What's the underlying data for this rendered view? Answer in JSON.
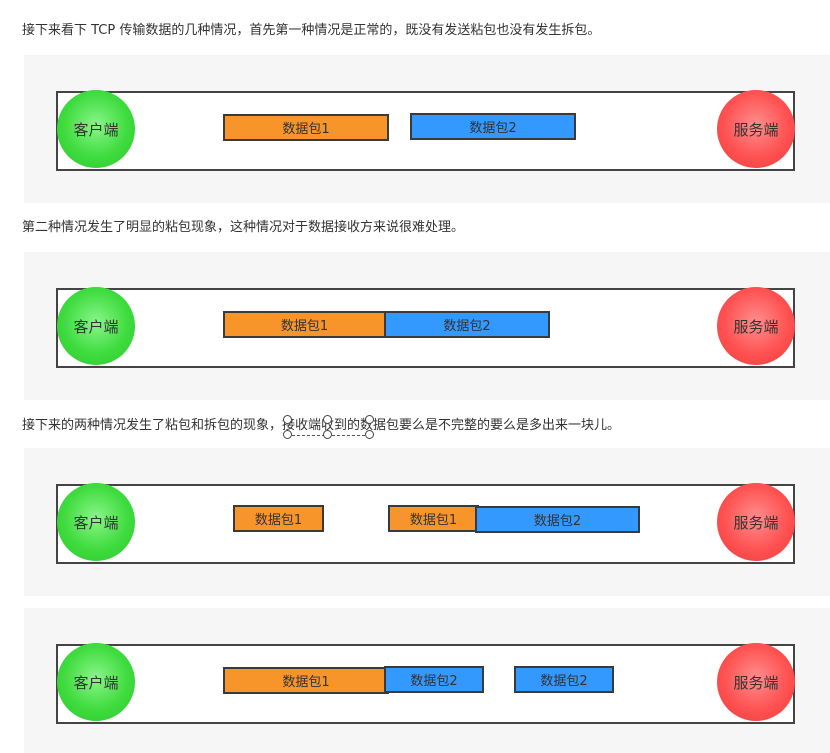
{
  "texts": {
    "para1": "接下来看下 TCP 传输数据的几种情况，首先第一种情况是正常的，既没有发送粘包也没有发生拆包。",
    "para2": "第二种情况发生了明显的粘包现象，这种情况对于数据接收方来说很难处理。",
    "para3": "接下来的两种情况发生了粘包和拆包的现象，接收端收到的数据包要么是不完整的要么是多出来一块儿。"
  },
  "diagrams": [
    {
      "client": "客户端",
      "server": "服务端",
      "packets": [
        {
          "label": "数据包1",
          "color": "orange"
        },
        {
          "label": "数据包2",
          "color": "blue"
        }
      ]
    },
    {
      "client": "客户端",
      "server": "服务端",
      "packets": [
        {
          "label": "数据包1",
          "color": "orange"
        },
        {
          "label": "数据包2",
          "color": "blue"
        }
      ]
    },
    {
      "client": "客户端",
      "server": "服务端",
      "packets": [
        {
          "label": "数据包1",
          "color": "orange"
        },
        {
          "label": "数据包1",
          "color": "orange"
        },
        {
          "label": "数据包2",
          "color": "blue"
        }
      ]
    },
    {
      "client": "客户端",
      "server": "服务端",
      "packets": [
        {
          "label": "数据包1",
          "color": "orange"
        },
        {
          "label": "数据包2",
          "color": "blue"
        },
        {
          "label": "数据包2",
          "color": "blue"
        }
      ]
    }
  ],
  "colors": {
    "orange": "#f7952b",
    "blue": "#3399ff",
    "client": "#3fdc3f",
    "server": "#ff5252"
  }
}
